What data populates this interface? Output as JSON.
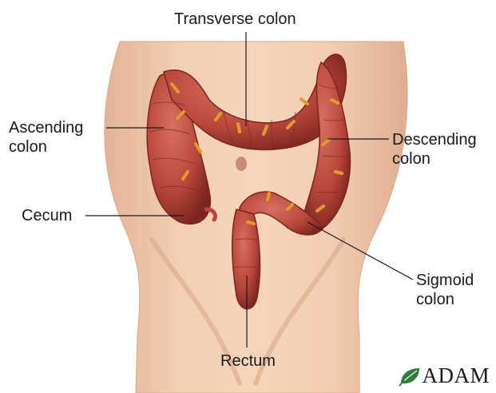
{
  "labels": {
    "transverse": "Transverse colon",
    "ascending_1": "Ascending",
    "ascending_2": "colon",
    "descending_1": "Descending",
    "descending_2": "colon",
    "cecum": "Cecum",
    "sigmoid_1": "Sigmoid",
    "sigmoid_2": "colon",
    "rectum": "Rectum"
  },
  "logo": {
    "text": "ADAM",
    "icon": "leaf-icon"
  },
  "colors": {
    "skin": "#f1c9ab",
    "skin_shadow": "#d9a88a",
    "colon": "#b9473b",
    "colon_dark": "#7d2520",
    "fat": "#e39a2d",
    "leader_line": "#1a1a1a",
    "logo_green": "#2f7d3a"
  }
}
